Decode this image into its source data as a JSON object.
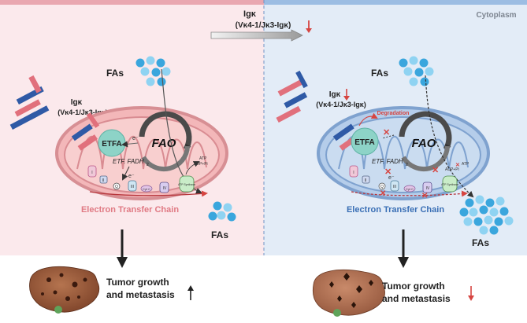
{
  "header": {
    "igk_label": "Igκ",
    "igk_sub": "(Vκ4-1/Jκ3-Igκ)",
    "cytoplasm_label": "Cytoplasm"
  },
  "left": {
    "fas_top": "FAs",
    "igk_label": "Igκ",
    "igk_sub": "(Vκ4-1/Jκ3-Igκ)",
    "etfa": "ETFA",
    "fao": "FAO",
    "etf_fadh": "ETF. FADH",
    "etf_sub": "2",
    "e_minus": "e⁻",
    "etc_label": "Electron Transfer Chain",
    "fas_bottom": "FAs",
    "outcome_line1": "Tumor growth",
    "outcome_line2": "and metastasis",
    "outcome_direction": "up"
  },
  "right": {
    "fas_top": "FAs",
    "igk_label": "Igκ",
    "igk_sub": "(Vκ4-1/Jκ3-Igκ)",
    "degradation": "Degradation",
    "etfa": "ETFA",
    "fao": "FAO",
    "etf_fadh": "ETF. FADH",
    "etf_sub": "2",
    "e_minus": "e⁻",
    "etc_label": "Electron Transfer Chain",
    "fas_bottom": "FAs",
    "outcome_line1": "Tumor growth",
    "outcome_line2": "and metastasis",
    "outcome_direction": "down"
  },
  "complexes": {
    "c1": "I",
    "c2": "II",
    "q": "Q",
    "cytc": "Cyt C",
    "c3": "III",
    "c4": "IV",
    "atp_synthase": "ATP Synthase",
    "atp": "ATP",
    "adp": "ADP+Pi"
  },
  "colors": {
    "left_bg": "#fbe9ec",
    "right_bg": "#e3ecf7",
    "left_mito": "#f3b7b9",
    "right_mito": "#b5cdea",
    "etfa": "#8dd3c7",
    "down_arrow": "#d64541",
    "fa_dot": "#3aa6dd"
  }
}
